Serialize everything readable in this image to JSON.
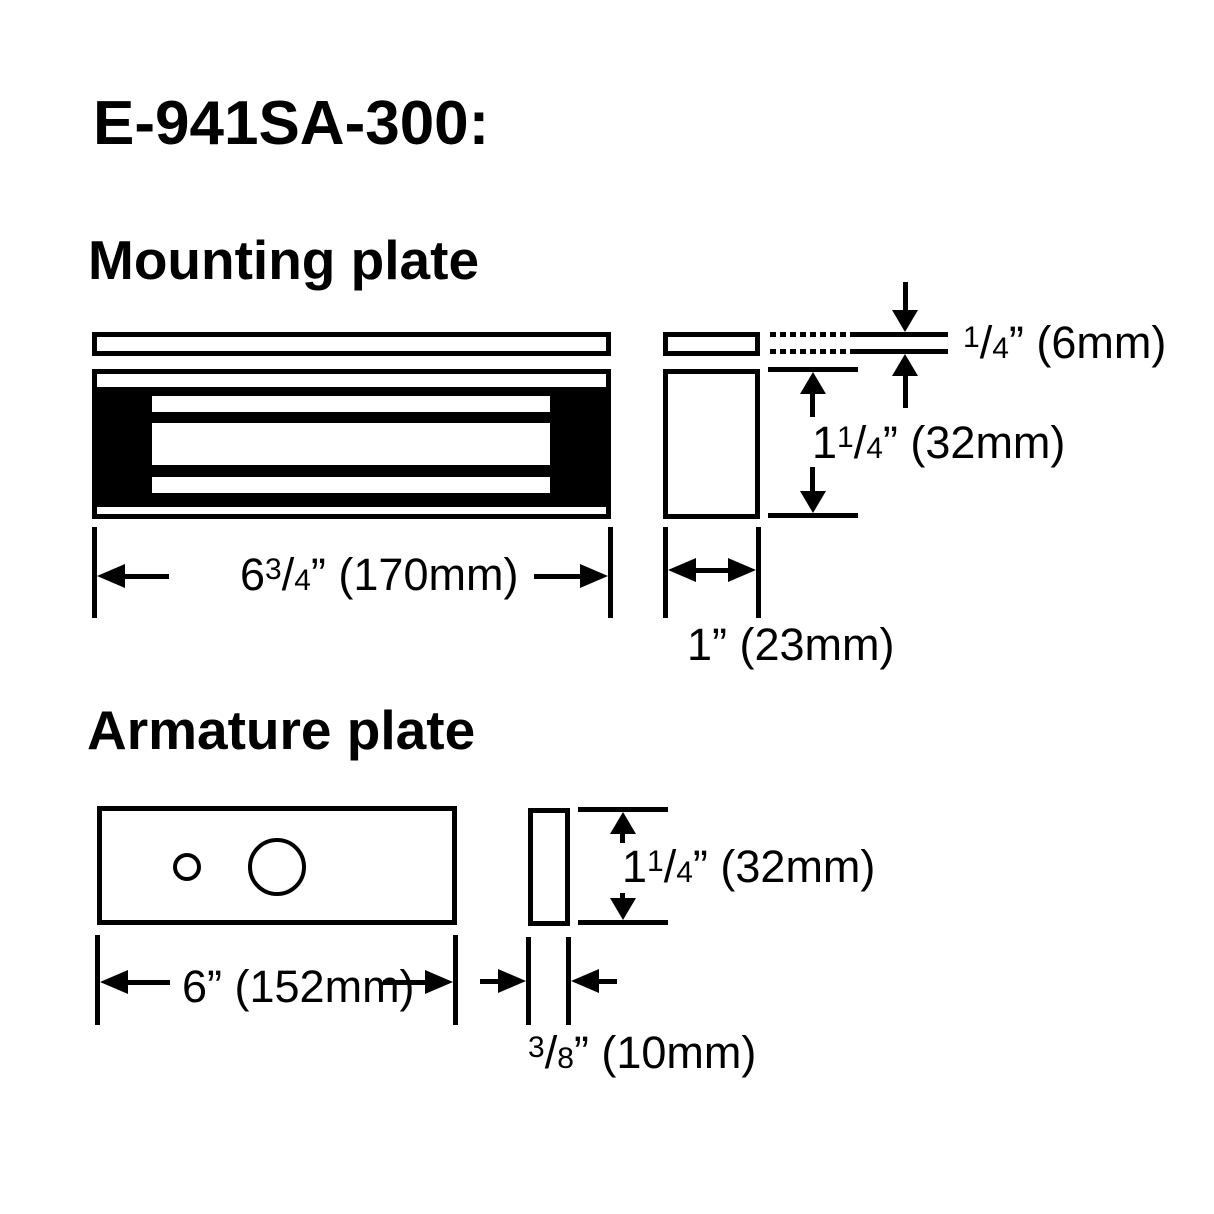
{
  "colors": {
    "ink": "#000000",
    "paper": "#ffffff"
  },
  "title": "E-941SA-300:",
  "mounting": {
    "heading": "Mounting plate",
    "dims": {
      "width": {
        "pre": "6",
        "sup": "3",
        "slash": "/",
        "sub": "4",
        "post": "” (170mm)"
      },
      "depth": {
        "pre": "1",
        "post": "” (23mm)"
      },
      "plate_thickness": {
        "sup": "1",
        "slash": "/",
        "sub": "4",
        "post": "” (6mm)"
      },
      "height": {
        "pre": "1",
        "sup": "1",
        "slash": "/",
        "sub": "4",
        "post": "” (32mm)"
      }
    }
  },
  "armature": {
    "heading": "Armature plate",
    "dims": {
      "height": {
        "pre": "1",
        "sup": "1",
        "slash": "/",
        "sub": "4",
        "post": "” (32mm)"
      },
      "width": {
        "pre": "6",
        "post": "” (152mm)"
      },
      "thickness": {
        "sup": "3",
        "slash": "/",
        "sub": "8",
        "post": "” (10mm)"
      }
    }
  }
}
